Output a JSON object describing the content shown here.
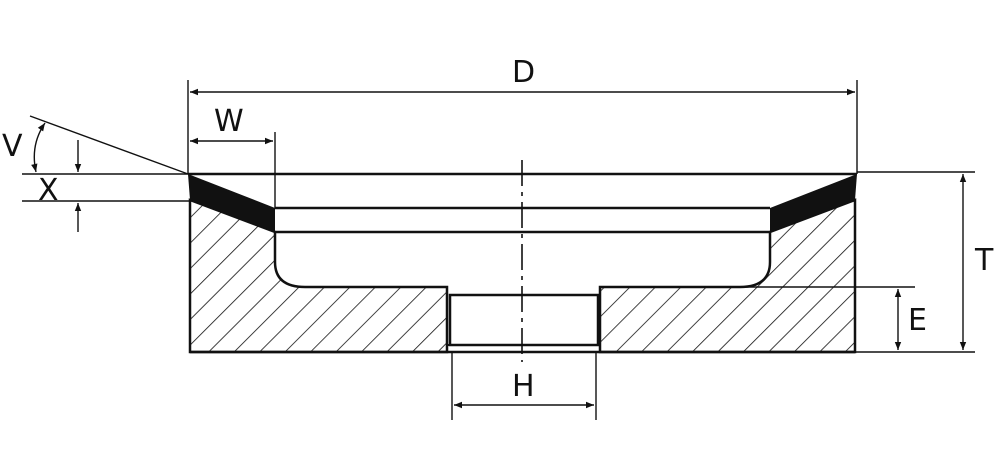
{
  "labels": {
    "D": "D",
    "W": "W",
    "V": "V",
    "X": "X",
    "T": "T",
    "E": "E",
    "H": "H"
  },
  "colors": {
    "line": "#111111",
    "background": "#ffffff"
  }
}
